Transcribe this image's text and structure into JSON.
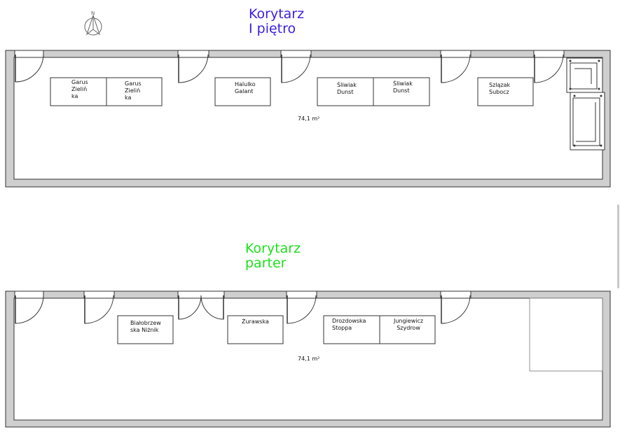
{
  "floors": [
    {
      "title_line1": "Korytarz",
      "title_line2": "I piętro",
      "title_color": "#3b1ee0",
      "area": "74,1 m²",
      "desks": [
        {
          "lines": [
            "Garus",
            "Zieliń",
            "ka"
          ]
        },
        {
          "lines": [
            "Garus",
            "Zieliń",
            "ka"
          ]
        },
        {
          "lines": [
            "Halulko",
            "Galant"
          ]
        },
        {
          "lines": [
            "Śliwiak",
            "Dunst"
          ]
        },
        {
          "lines": [
            "Śliwiak",
            "Dunst"
          ]
        },
        {
          "lines": [
            "Szlązak",
            "Subocz"
          ]
        }
      ]
    },
    {
      "title_line1": "Korytarz",
      "title_line2": "parter",
      "title_color": "#1ee01e",
      "area": "74,1 m²",
      "desks": [
        {
          "lines": [
            "Białobrzew",
            "ska Niżnik"
          ]
        },
        {
          "lines": [
            "Żurawska"
          ]
        },
        {
          "lines": [
            "Drozdowska",
            "Stoppa"
          ]
        },
        {
          "lines": [
            "Jungiewicz",
            "Szydrow"
          ]
        }
      ]
    }
  ],
  "compass": {
    "letter": "N",
    "icon": "north-arrow-icon"
  },
  "colors": {
    "wall": "#cfcfcf",
    "line": "#333333"
  }
}
